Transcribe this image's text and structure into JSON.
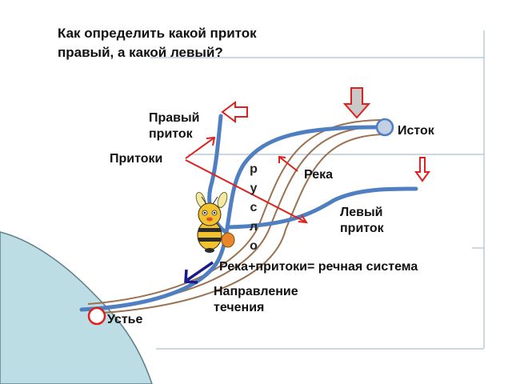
{
  "title": "Как определить какой приток правый, а какой левый?",
  "labels": {
    "right_tributary": "Правый\nприток",
    "source": "Исток",
    "tributaries": "Притоки",
    "river": "Река",
    "left_tributary": "Левый\nприток",
    "river_system": "Река+притоки= речная система",
    "flow_direction": "Направление\nтечения",
    "mouth": "Устье"
  },
  "riverbed_letters": [
    "р",
    "у",
    "с",
    "л",
    "о"
  ],
  "colors": {
    "river": "#4f7fc0",
    "bank": "#9b7150",
    "sea": "#bcdde3",
    "pointer": "#e0201e",
    "arrow_fill": "#c9c9c9",
    "node_fill": "#c3cfe2"
  },
  "icons": [
    "bee-character-icon",
    "down-arrow-icon",
    "left-arrow-icon"
  ]
}
